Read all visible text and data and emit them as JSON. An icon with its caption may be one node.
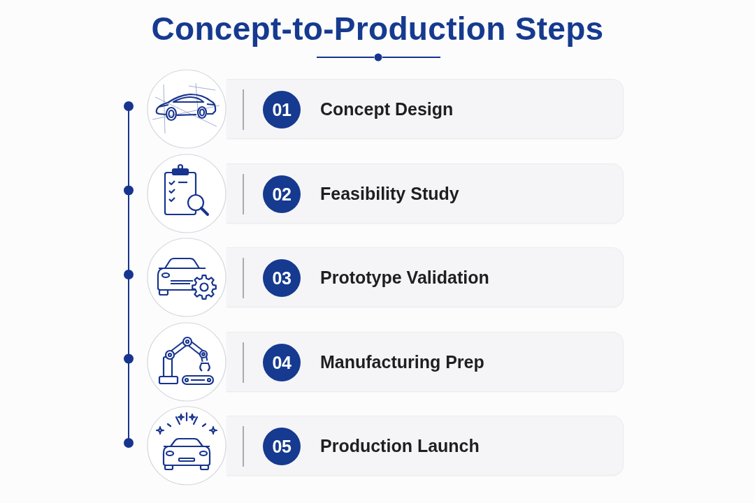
{
  "diagram": {
    "title": "Concept-to-Production Steps",
    "nodes": [
      {
        "text": [
          "Concept Design"
        ]
      },
      {
        "text": [
          "01"
        ],
        "in": 0
      },
      {
        "text": [
          "Feasibility Study"
        ]
      },
      {
        "text": [
          "02"
        ],
        "in": 2
      },
      {
        "text": [
          "Prototype Validation"
        ]
      },
      {
        "text": [
          "03"
        ],
        "in": 4
      },
      {
        "text": [
          "Manufacturing Prep"
        ]
      },
      {
        "text": [
          "04"
        ],
        "in": 6
      },
      {
        "text": [
          "Production Launch"
        ]
      },
      {
        "text": [
          "05"
        ],
        "in": 8
      }
    ]
  }
}
